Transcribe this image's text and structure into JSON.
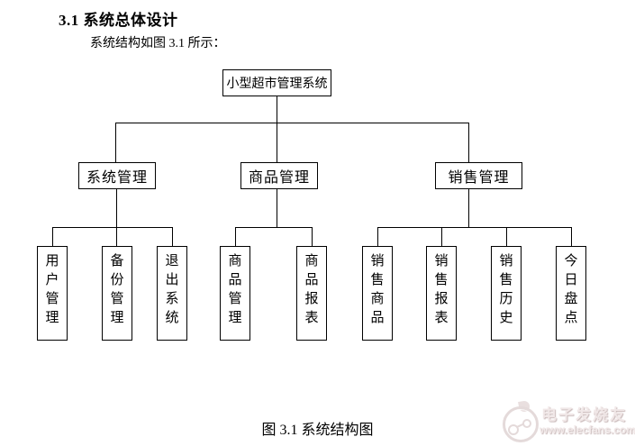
{
  "page": {
    "heading": "3.1 系统总体设计",
    "intro": "系统结构如图 3.1 所示：",
    "caption": "图 3.1 系统结构图"
  },
  "diagram": {
    "root": {
      "label": "小型超市管理系统"
    },
    "branches": [
      {
        "label": "系统管理",
        "children": [
          "用户管理",
          "备份管理",
          "退出系统"
        ]
      },
      {
        "label": "商品管理",
        "children": [
          "商品管理",
          "商品报表"
        ]
      },
      {
        "label": "销售管理",
        "children": [
          "销售商品",
          "销售报表",
          "销售历史",
          "今日盘点"
        ]
      }
    ]
  },
  "watermark": {
    "site_name": "电子发烧友",
    "site_url": "www.elecfans.com",
    "logo": "elecfans-logo",
    "color": "#e4dada"
  },
  "colors": {
    "background": "#ffffff",
    "text": "#000000",
    "connector_line": "#000000"
  }
}
